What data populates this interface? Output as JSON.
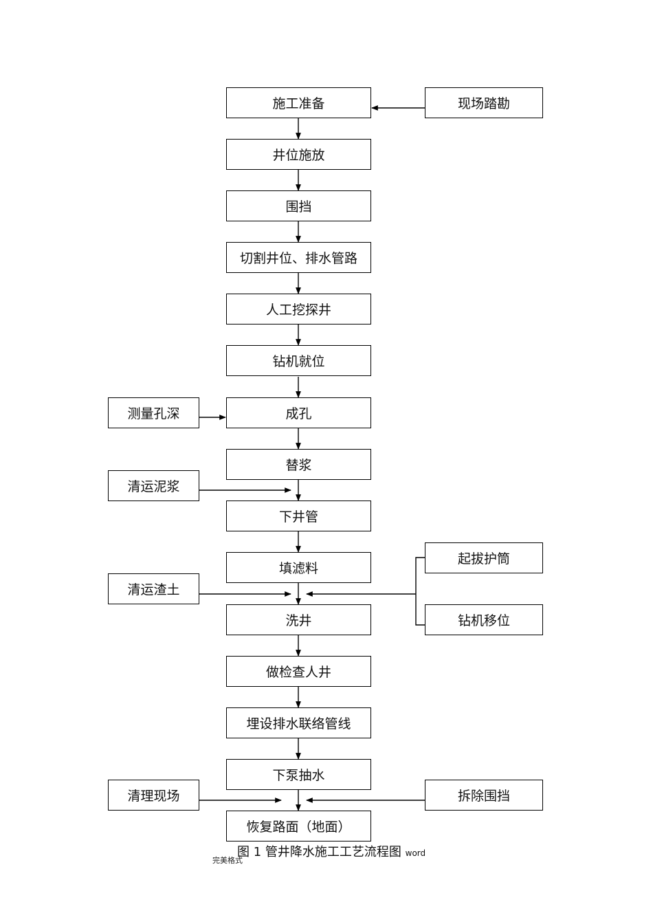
{
  "main_steps": [
    "施工准备",
    "井位施放",
    "围挡",
    "切割井位、排水管路",
    "人工挖探井",
    "钻机就位",
    "成孔",
    "替浆",
    "下井管",
    "填滤料",
    "洗井",
    "做检查人井",
    "埋设排水联络管线",
    "下泵抽水",
    "恢复路面（地面）"
  ],
  "side_steps": {
    "site_survey": "现场踏勘",
    "measure_depth": "测量孔深",
    "clear_mud": "清运泥浆",
    "pull_casing": "起拔护筒",
    "clear_soil": "清运渣土",
    "move_rig": "钻机移位",
    "clean_site": "清理现场",
    "remove_barrier": "拆除围挡"
  },
  "caption": {
    "text": "图 1 管井降水施工工艺流程图",
    "suffix": "word"
  },
  "footer": "完美格式"
}
